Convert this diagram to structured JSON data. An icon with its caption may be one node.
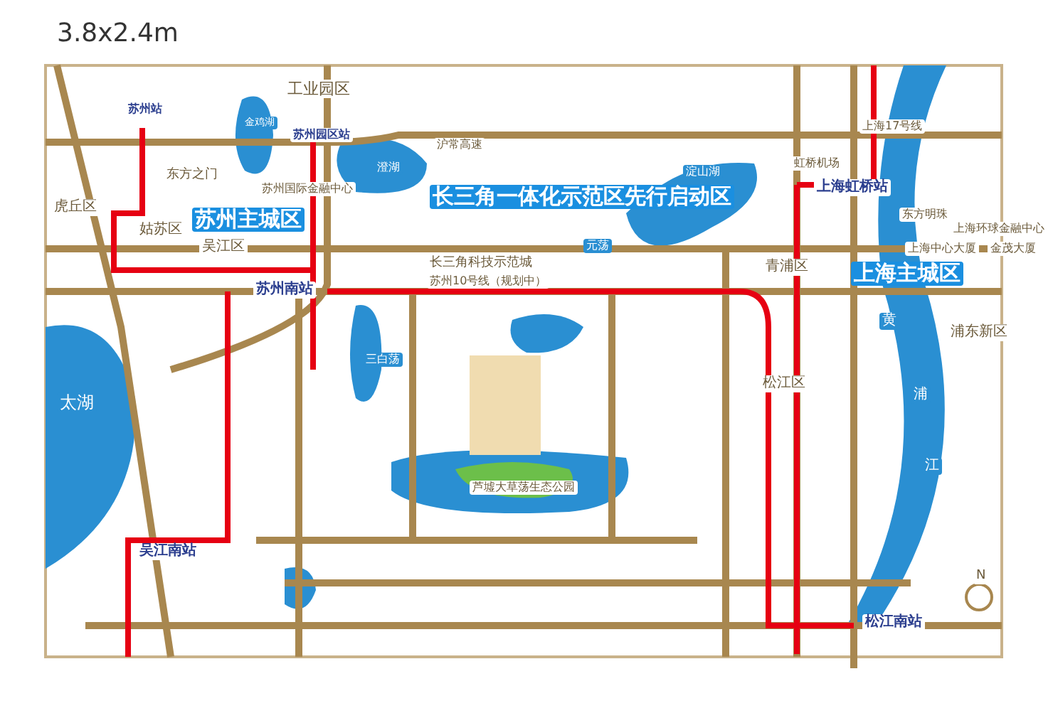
{
  "diagram": {
    "title": "3.8x2.4m",
    "labels": [
      "工业园区",
      "苏州站",
      "苏州园区站",
      "东方之门",
      "苏州国际金融中心",
      "金鸡湖",
      "虎丘区",
      "姑苏区",
      "苏州主城区",
      "吴江区",
      "苏州南站",
      "澄湖",
      "沪常高速",
      "长三角一体化示范区先行启动区",
      "长三角科技示范城",
      "淀山湖",
      "元荡",
      "苏州10号线（规划中）",
      "虹桥机场",
      "上海虹桥站",
      "上海17号线",
      "东方明珠",
      "上海环球金融中心",
      "上海中心大厦",
      "金茂大厦",
      "青浦区",
      "上海主城区",
      "浦东新区",
      "松江区",
      "黄",
      "浦",
      "江",
      "太湖",
      "三白荡",
      "芦墟大草荡生态公园",
      "吴江南站",
      "松江南站",
      "N"
    ]
  }
}
